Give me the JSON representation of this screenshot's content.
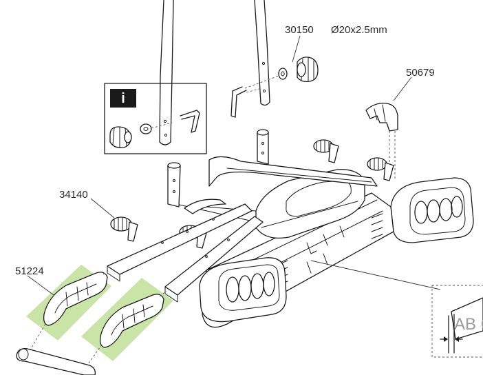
{
  "labels": {
    "part_30150": "30150",
    "part_30150_spec": "Ø20x2.5mm",
    "part_50679": "50679",
    "part_34140": "34140",
    "part_51224": "51224"
  },
  "info_box": {
    "badge": "i"
  },
  "plate_inset": {
    "text": "AB C"
  },
  "colors": {
    "highlight": "#b8d98a",
    "line": "#1a1a1a",
    "label": "#2a2a2a"
  }
}
